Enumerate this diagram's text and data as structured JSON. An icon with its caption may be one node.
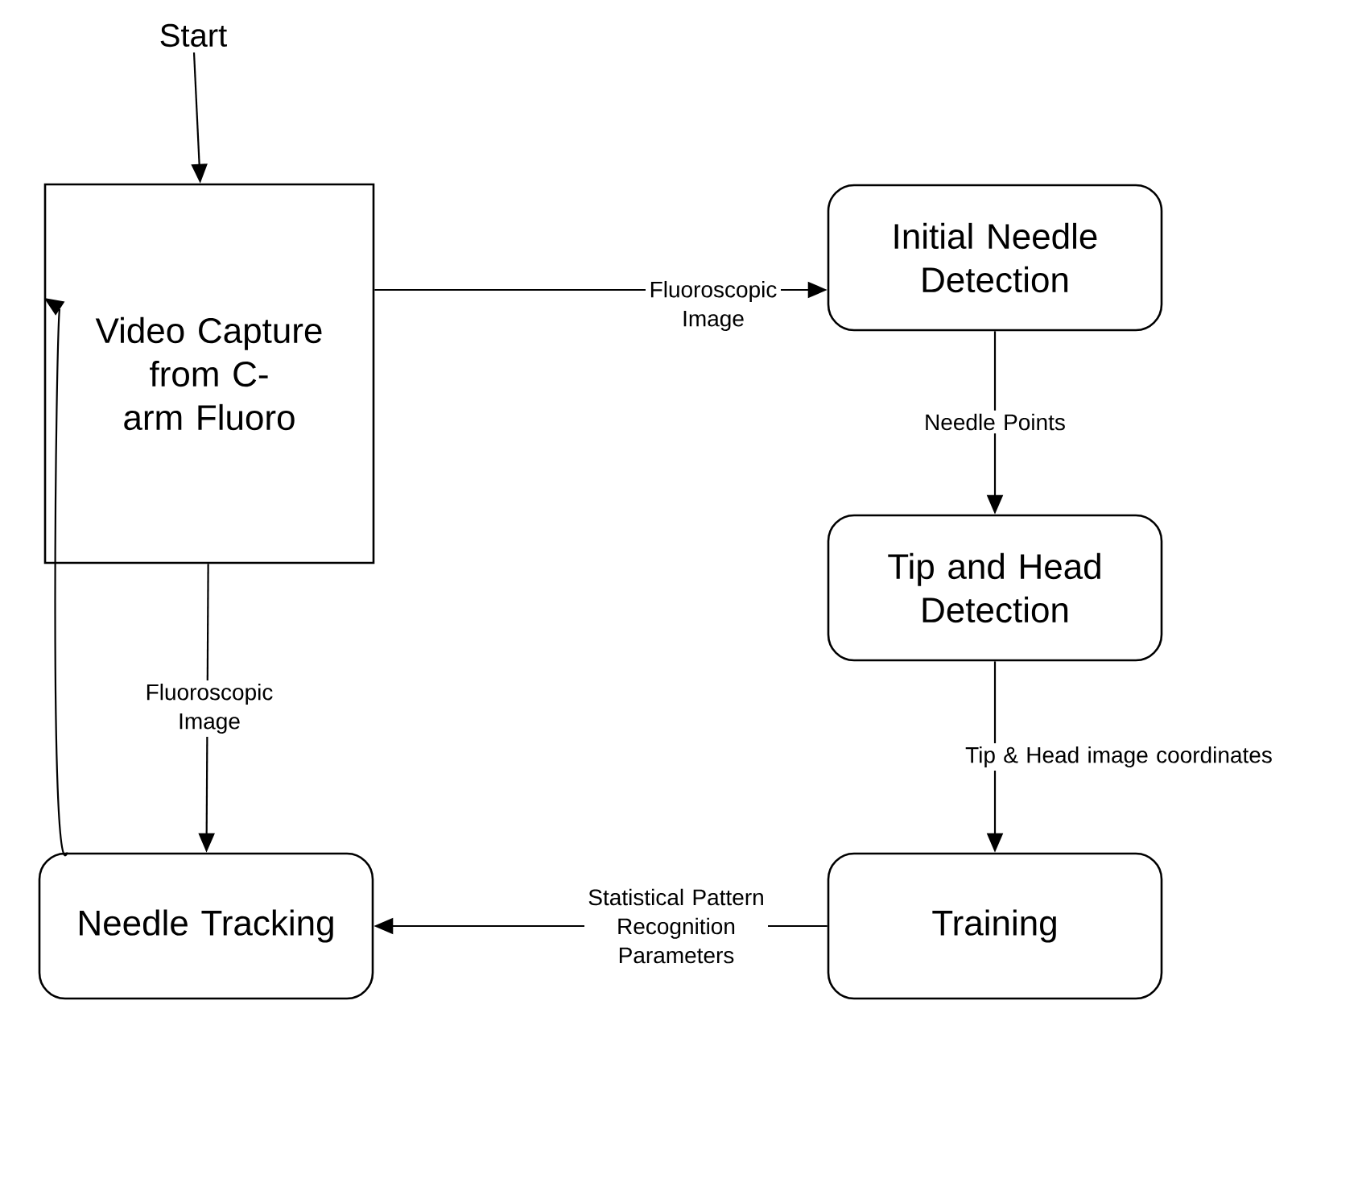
{
  "diagram": {
    "nodes": [
      {
        "text": [
          "Start"
        ]
      },
      {
        "text": [
          "Video Capture from C-arm Fluoro"
        ]
      },
      {
        "text": [
          "Initial Needle Detection"
        ]
      },
      {
        "text": [
          "Tip and Head Detection"
        ]
      },
      {
        "text": [
          "Training"
        ]
      },
      {
        "text": [
          "Needle Tracking"
        ]
      }
    ],
    "edges": [
      {
        "from": 0,
        "to": 1,
        "arrow": "to"
      },
      {
        "from": 1,
        "to": 2,
        "arrow": "to",
        "label": "Fluoroscopic Image"
      },
      {
        "from": 2,
        "to": 3,
        "arrow": "to",
        "label": "Needle Points"
      },
      {
        "from": 3,
        "to": 4,
        "arrow": "to",
        "label": "Tip & Head image coordinates"
      },
      {
        "from": 4,
        "to": 5,
        "arrow": "to",
        "label": "Statistical Pattern Recognition Parameters"
      },
      {
        "from": 1,
        "to": 5,
        "arrow": "to",
        "label": "Fluoroscopic Image"
      },
      {
        "from": 5,
        "to": 1,
        "arrow": "to"
      }
    ]
  }
}
